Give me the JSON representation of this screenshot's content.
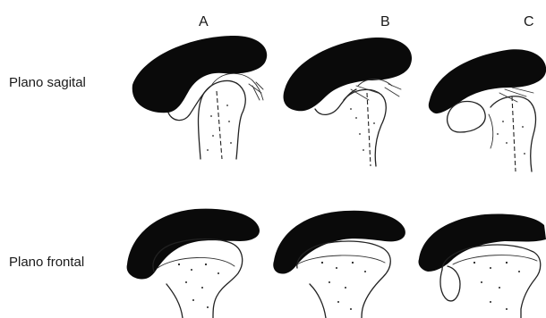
{
  "columns": {
    "a": "A",
    "b": "B",
    "c": "C"
  },
  "rows": {
    "sagittal": "Plano sagital",
    "frontal": "Plano frontal"
  }
}
